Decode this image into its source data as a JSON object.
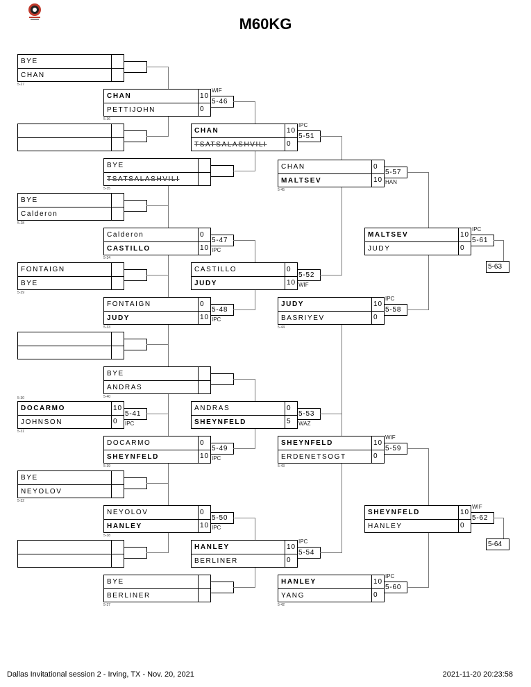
{
  "title": "M60KG",
  "footer": {
    "event": "Dallas Invitational session 2 - Irving, TX - Nov. 20, 2021",
    "printed": "2021-11-20 20:23:58"
  },
  "logo": "tournament-logo",
  "round1": [
    {
      "label": "5-27",
      "top": {
        "name": "BYE",
        "bold": false
      },
      "bottom": {
        "name": "CHAN",
        "bold": false
      },
      "scores": [
        "",
        ""
      ],
      "match": "",
      "wintype": ""
    },
    {
      "label": "",
      "top": {
        "name": "",
        "bold": false
      },
      "bottom": {
        "name": "",
        "bold": false
      },
      "scores": [
        "",
        ""
      ],
      "match": "",
      "wintype": ""
    },
    {
      "label": "5-28",
      "top": {
        "name": "BYE",
        "bold": false
      },
      "bottom": {
        "name": "Calderon",
        "bold": false
      },
      "scores": [
        "",
        ""
      ],
      "match": "",
      "wintype": ""
    },
    {
      "label": "5-29",
      "top": {
        "name": "FONTAIGN",
        "bold": false
      },
      "bottom": {
        "name": "BYE",
        "bold": false
      },
      "scores": [
        "",
        ""
      ],
      "match": "",
      "wintype": ""
    },
    {
      "label": "",
      "top": {
        "name": "",
        "bold": false
      },
      "bottom": {
        "name": "",
        "bold": false
      },
      "scores": [
        "",
        ""
      ],
      "match": "",
      "wintype": ""
    },
    {
      "label": "5-30",
      "label2": "5-31",
      "top": {
        "name": "DOCARMO",
        "bold": true
      },
      "bottom": {
        "name": "JOHNSON",
        "bold": false
      },
      "scores": [
        "10",
        "0"
      ],
      "match": "5-41",
      "wintype": "IPC"
    },
    {
      "label": "5-32",
      "top": {
        "name": "BYE",
        "bold": false
      },
      "bottom": {
        "name": "NEYOLOV",
        "bold": false
      },
      "scores": [
        "",
        ""
      ],
      "match": "",
      "wintype": ""
    },
    {
      "label": "",
      "top": {
        "name": "",
        "bold": false
      },
      "bottom": {
        "name": "",
        "bold": false
      },
      "scores": [
        "",
        ""
      ],
      "match": "",
      "wintype": ""
    }
  ],
  "round2": [
    {
      "label": "5-36",
      "top": {
        "name": "CHAN",
        "bold": true
      },
      "bottom": {
        "name": "PETTIJOHN",
        "bold": false
      },
      "scores": [
        "10",
        "0"
      ],
      "match": "5-46",
      "wintype": "WIF",
      "wtpos": "top"
    },
    {
      "label": "5-35",
      "top": {
        "name": "BYE",
        "bold": false
      },
      "bottom": {
        "name": "TSATSALASHVILI",
        "bold": false,
        "strike": true
      },
      "scores": [
        "",
        ""
      ],
      "match": "",
      "wintype": ""
    },
    {
      "label": "5-34",
      "top": {
        "name": "Calderon",
        "bold": false
      },
      "bottom": {
        "name": "CASTILLO",
        "bold": true
      },
      "scores": [
        "0",
        "10"
      ],
      "match": "5-47",
      "wintype": "IPC",
      "wtpos": "bottom"
    },
    {
      "label": "5-33",
      "top": {
        "name": "FONTAIGN",
        "bold": false
      },
      "bottom": {
        "name": "JUDY",
        "bold": true
      },
      "scores": [
        "0",
        "10"
      ],
      "match": "5-48",
      "wintype": "IPC",
      "wtpos": "bottom"
    },
    {
      "label": "5-40",
      "top": {
        "name": "BYE",
        "bold": false
      },
      "bottom": {
        "name": "ANDRAS",
        "bold": false
      },
      "scores": [
        "",
        ""
      ],
      "match": "",
      "wintype": ""
    },
    {
      "label": "5-39",
      "top": {
        "name": "DOCARMO",
        "bold": false
      },
      "bottom": {
        "name": "SHEYNFELD",
        "bold": true
      },
      "scores": [
        "0",
        "10"
      ],
      "match": "5-49",
      "wintype": "IPC",
      "wtpos": "bottom"
    },
    {
      "label": "5-38",
      "top": {
        "name": "NEYOLOV",
        "bold": false
      },
      "bottom": {
        "name": "HANLEY",
        "bold": true
      },
      "scores": [
        "0",
        "10"
      ],
      "match": "5-50",
      "wintype": "IPC",
      "wtpos": "bottom"
    },
    {
      "label": "5-37",
      "top": {
        "name": "BYE",
        "bold": false
      },
      "bottom": {
        "name": "BERLINER",
        "bold": false
      },
      "scores": [
        "",
        ""
      ],
      "match": "",
      "wintype": ""
    }
  ],
  "round3": [
    {
      "top": {
        "name": "CHAN",
        "bold": true
      },
      "bottom": {
        "name": "TSATSALASHVILI",
        "bold": false,
        "strike": true
      },
      "scores": [
        "10",
        "0"
      ],
      "match": "5-51",
      "wintype": "IPC",
      "wtpos": "top"
    },
    {
      "top": {
        "name": "CASTILLO",
        "bold": false
      },
      "bottom": {
        "name": "JUDY",
        "bold": true
      },
      "scores": [
        "0",
        "10"
      ],
      "match": "5-52",
      "wintype": "WIF",
      "wtpos": "bottom"
    },
    {
      "top": {
        "name": "ANDRAS",
        "bold": false
      },
      "bottom": {
        "name": "SHEYNFELD",
        "bold": true
      },
      "scores": [
        "0",
        "5"
      ],
      "match": "5-53",
      "wintype": "WAZ",
      "wtpos": "bottom"
    },
    {
      "top": {
        "name": "HANLEY",
        "bold": true
      },
      "bottom": {
        "name": "BERLINER",
        "bold": false
      },
      "scores": [
        "10",
        "0"
      ],
      "match": "5-54",
      "wintype": "IPC",
      "wtpos": "top"
    }
  ],
  "round4": [
    {
      "label": "5-45",
      "top": {
        "name": "CHAN",
        "bold": false
      },
      "bottom": {
        "name": "MALTSEV",
        "bold": true
      },
      "scores": [
        "0",
        "10"
      ],
      "match": "5-57",
      "wintype": "HAN",
      "wtpos": "bottom"
    },
    {
      "label": "5-44",
      "top": {
        "name": "JUDY",
        "bold": true
      },
      "bottom": {
        "name": "BASRIYEV",
        "bold": false
      },
      "scores": [
        "10",
        "0"
      ],
      "match": "5-58",
      "wintype": "IPC",
      "wtpos": "top"
    },
    {
      "label": "5-43",
      "top": {
        "name": "SHEYNFELD",
        "bold": true
      },
      "bottom": {
        "name": "ERDENETSOGT",
        "bold": false
      },
      "scores": [
        "10",
        "0"
      ],
      "match": "5-59",
      "wintype": "WIF",
      "wtpos": "top"
    },
    {
      "label": "5-42",
      "top": {
        "name": "HANLEY",
        "bold": true
      },
      "bottom": {
        "name": "YANG",
        "bold": false
      },
      "scores": [
        "10",
        "0"
      ],
      "match": "5-60",
      "wintype": "IPC",
      "wtpos": "top"
    }
  ],
  "round5": [
    {
      "top": {
        "name": "MALTSEV",
        "bold": true
      },
      "bottom": {
        "name": "JUDY",
        "bold": false
      },
      "scores": [
        "10",
        "0"
      ],
      "match": "5-61",
      "wintype": "IPC",
      "wtpos": "top"
    },
    {
      "top": {
        "name": "SHEYNFELD",
        "bold": true
      },
      "bottom": {
        "name": "HANLEY",
        "bold": false
      },
      "scores": [
        "10",
        "0"
      ],
      "match": "5-62",
      "wintype": "WIF",
      "wtpos": "top"
    }
  ],
  "finals": [
    "5-63",
    "5-64"
  ]
}
